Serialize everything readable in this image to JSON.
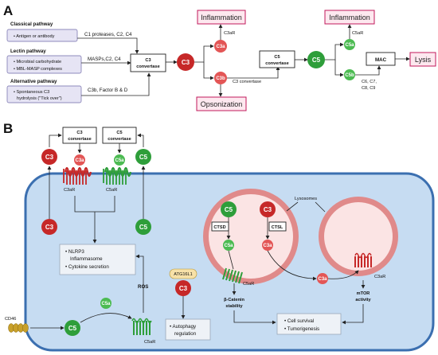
{
  "panel_a": {
    "letter": "A",
    "classical": {
      "title": "Classical pathway",
      "items": [
        "Antigen or antibody"
      ],
      "input": "C1 proteases, C2, C4"
    },
    "lectin": {
      "title": "Lectin pathway",
      "items": [
        "Microbial carbohydrate",
        "MBL-MASP complexes"
      ],
      "input": "MASPs,C2, C4"
    },
    "alternative": {
      "title": "Alternative pathway",
      "items": [
        "Spontaneous C3",
        "hydrolysis (\"Tick over\")"
      ],
      "input": "C3b, Factor B & D"
    },
    "c3_convertase": [
      "C3",
      "convertase"
    ],
    "c3": "C3",
    "c3a": "C3a",
    "c3b": "C3b",
    "c3ar": "C3aR",
    "inflammation_1": "Inflammation",
    "opsonization": "Opsonization",
    "c3_convertase_label": "C3 convertase",
    "c5_convertase": [
      "C5",
      "convertase"
    ],
    "c5": "C5",
    "c5a": "C5a",
    "c5b": "C5b",
    "c5ar": "C5aR",
    "inflammation_2": "Inflammation",
    "mac_inputs": [
      "C6, C7,",
      "C8, C9"
    ],
    "mac": "MAC",
    "lysis": "Lysis"
  },
  "panel_b": {
    "letter": "B",
    "c3_convertase": [
      "C3",
      "convertase"
    ],
    "c5_convertase": [
      "C5",
      "convertase"
    ],
    "c3": "C3",
    "c3a": "C3a",
    "c5": "C5",
    "c5a": "C5a",
    "c3ar": "C3aR",
    "c5ar": "C5aR",
    "nlrp3": [
      "NLRP3",
      "Inflammasome",
      "Cytokine secretion"
    ],
    "ros": "ROS",
    "atg16l1": "ATG16L1",
    "autophagy": [
      "Autophagy",
      "regulation"
    ],
    "cd46": "CD46",
    "ctsd": "CTSD",
    "ctsl": "CTSL",
    "lysosomes": "Lysosomes",
    "beta_catenin": [
      "β-Catenin",
      "stability"
    ],
    "mtor": [
      "mTOR",
      "activity"
    ],
    "outcomes": [
      "Cell survival",
      "Tumorigenesis"
    ]
  },
  "colors": {
    "c3": "#c62828",
    "c3_fragment": "#e35656",
    "c5": "#2e9e3a",
    "c5_fragment": "#4cbb52",
    "cell": "#c6dcf2",
    "cell_border": "#3b6fb0",
    "lysosome": "#e08a8a",
    "pink": "#fde8ef",
    "pathway_box": "#e6e4f4"
  }
}
